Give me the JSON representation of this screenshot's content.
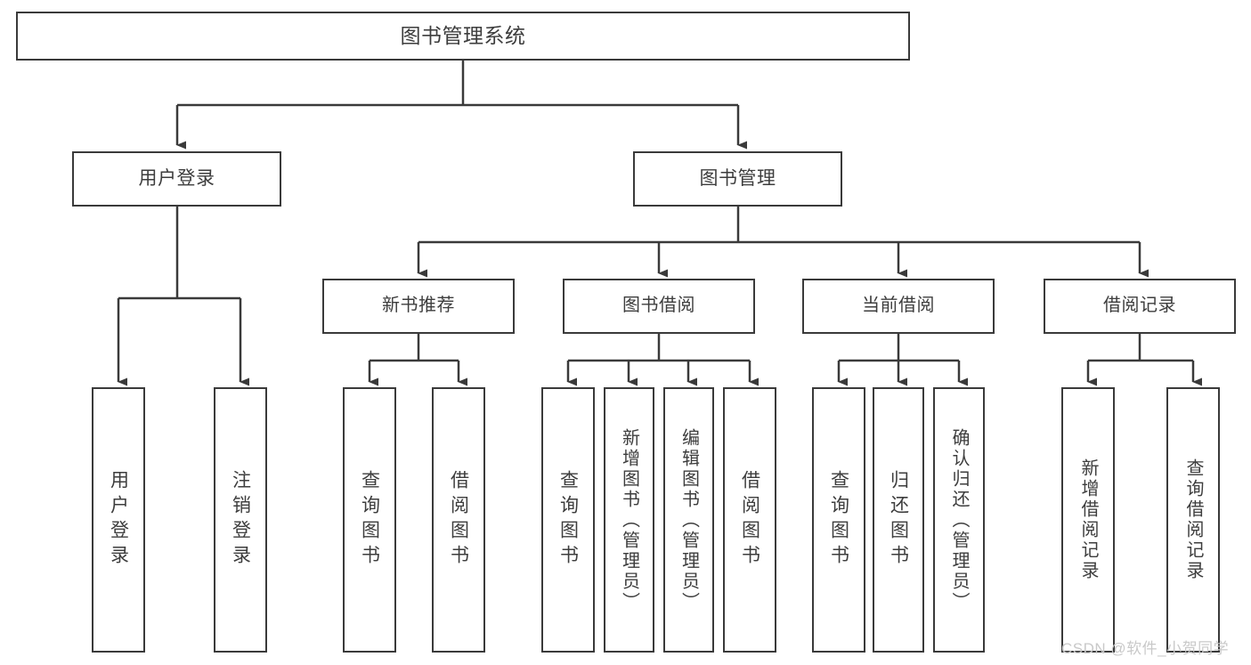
{
  "diagram": {
    "title": "图书管理系统",
    "root": {
      "label": "图书管理系统"
    },
    "level2": [
      {
        "label": "用户登录"
      },
      {
        "label": "图书管理"
      }
    ],
    "level3": [
      {
        "label": "新书推荐"
      },
      {
        "label": "图书借阅"
      },
      {
        "label": "当前借阅"
      },
      {
        "label": "借阅记录"
      }
    ],
    "leaves": {
      "user_login": [
        {
          "label": "用户登录"
        },
        {
          "label": "注销登录"
        }
      ],
      "new_book_recommend": [
        {
          "label": "查询图书"
        },
        {
          "label": "借阅图书"
        }
      ],
      "book_borrow": [
        {
          "label": "查询图书"
        },
        {
          "label": "新增图书（管理员）"
        },
        {
          "label": "编辑图书（管理员）"
        },
        {
          "label": "借阅图书"
        }
      ],
      "current_borrow": [
        {
          "label": "查询图书"
        },
        {
          "label": "归还图书"
        },
        {
          "label": "确认归还（管理员）"
        }
      ],
      "borrow_record": [
        {
          "label": "新增借阅记录"
        },
        {
          "label": "查询借阅记录"
        }
      ]
    },
    "colors": {
      "stroke": "#3a3a3a",
      "text": "#3d3d3d",
      "background": "#ffffff",
      "watermark": "#c9c9c9"
    }
  },
  "watermark": {
    "text": "CSDN @软件_小贺同学"
  }
}
